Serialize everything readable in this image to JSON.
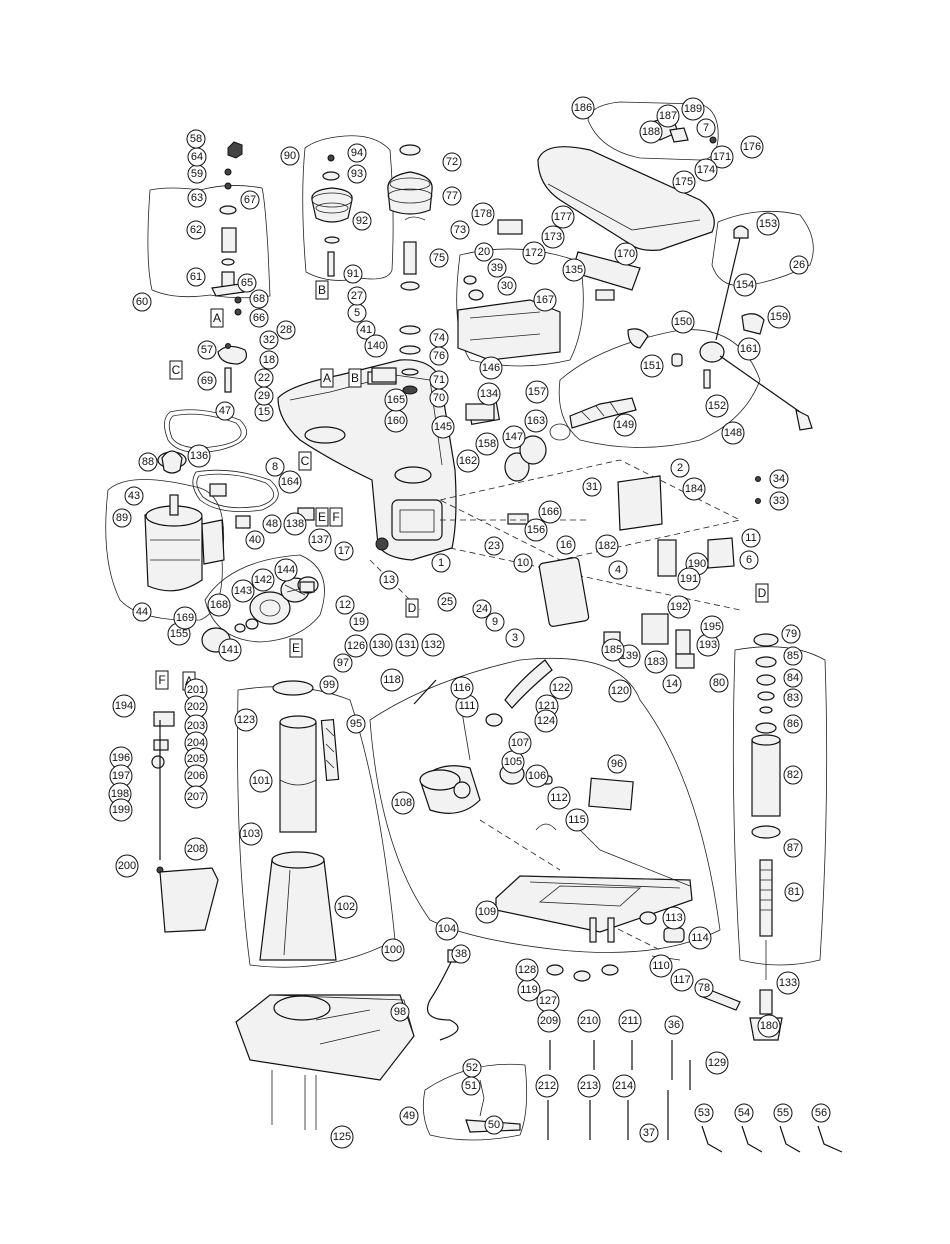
{
  "callouts": [
    "1",
    "2",
    "3",
    "4",
    "5",
    "6",
    "7",
    "8",
    "9",
    "10",
    "11",
    "12",
    "13",
    "14",
    "15",
    "16",
    "17",
    "18",
    "19",
    "20",
    "22",
    "23",
    "24",
    "25",
    "26",
    "27",
    "28",
    "29",
    "30",
    "31",
    "32",
    "33",
    "34",
    "36",
    "37",
    "38",
    "39",
    "40",
    "41",
    "43",
    "44",
    "47",
    "48",
    "49",
    "50",
    "51",
    "52",
    "53",
    "54",
    "55",
    "56",
    "57",
    "58",
    "59",
    "60",
    "61",
    "62",
    "63",
    "64",
    "65",
    "66",
    "67",
    "68",
    "69",
    "70",
    "71",
    "72",
    "73",
    "74",
    "75",
    "76",
    "77",
    "78",
    "79",
    "80",
    "81",
    "82",
    "83",
    "84",
    "85",
    "86",
    "87",
    "88",
    "89",
    "90",
    "91",
    "92",
    "93",
    "94",
    "95",
    "96",
    "97",
    "98",
    "99",
    "100",
    "101",
    "102",
    "103",
    "104",
    "105",
    "106",
    "107",
    "108",
    "109",
    "110",
    "111",
    "112",
    "113",
    "114",
    "115",
    "116",
    "117",
    "118",
    "119",
    "120",
    "121",
    "122",
    "123",
    "124",
    "125",
    "126",
    "127",
    "128",
    "129",
    "130",
    "131",
    "132",
    "133",
    "134",
    "135",
    "136",
    "137",
    "138",
    "139",
    "140",
    "141",
    "142",
    "143",
    "144",
    "145",
    "146",
    "147",
    "148",
    "149",
    "150",
    "151",
    "152",
    "153",
    "154",
    "155",
    "156",
    "157",
    "158",
    "159",
    "160",
    "161",
    "162",
    "163",
    "164",
    "165",
    "166",
    "167",
    "168",
    "169",
    "170",
    "171",
    "172",
    "173",
    "174",
    "175",
    "176",
    "177",
    "178",
    "180",
    "182",
    "183",
    "184",
    "185",
    "186",
    "187",
    "188",
    "189",
    "190",
    "191",
    "192",
    "193",
    "194",
    "195",
    "196",
    "197",
    "198",
    "199",
    "200",
    "201",
    "202",
    "203",
    "204",
    "205",
    "206",
    "207",
    "208",
    "209",
    "210",
    "211",
    "212",
    "213",
    "214"
  ],
  "tags": [
    "A",
    "A",
    "A",
    "B",
    "B",
    "C",
    "C",
    "D",
    "D",
    "E",
    "E",
    "F",
    "F"
  ]
}
